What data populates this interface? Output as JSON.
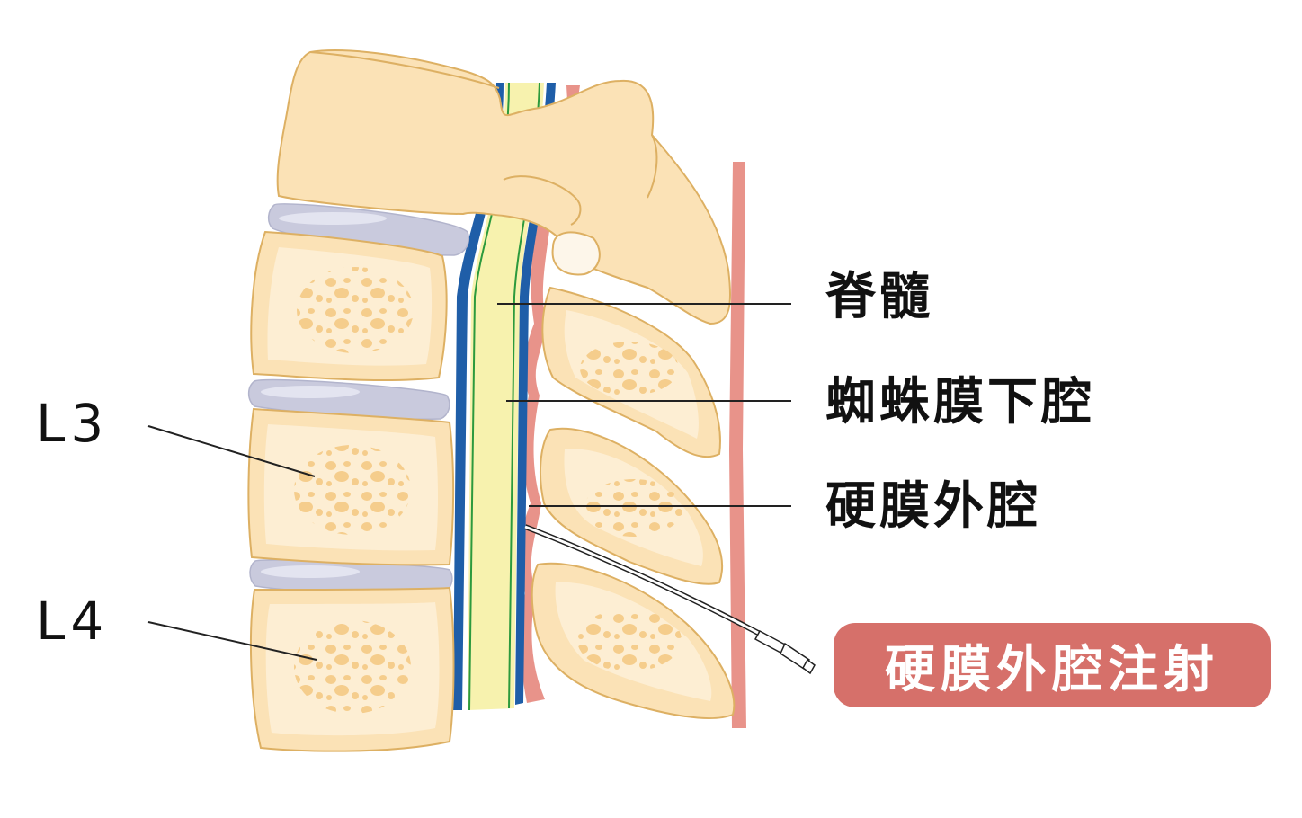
{
  "labels": {
    "spinal_cord": "脊髓",
    "subarachnoid_space": "蜘蛛膜下腔",
    "epidural_space": "硬膜外腔",
    "vertebra_l3": "L3",
    "vertebra_l4": "L4"
  },
  "badge": {
    "text": "硬膜外腔注射"
  },
  "colors": {
    "bone": "#fbe2b6",
    "bone_stroke": "#ddb063",
    "bone_inner": "#fdeed3",
    "bone_spots": "#f5cd8c",
    "disc": "#c9cadd",
    "dura": "#1f5ea8",
    "cord": "#f7f2ae",
    "membrane": "#2c9a3d",
    "ligament": "#e8938a",
    "badge": "#d6706a"
  }
}
